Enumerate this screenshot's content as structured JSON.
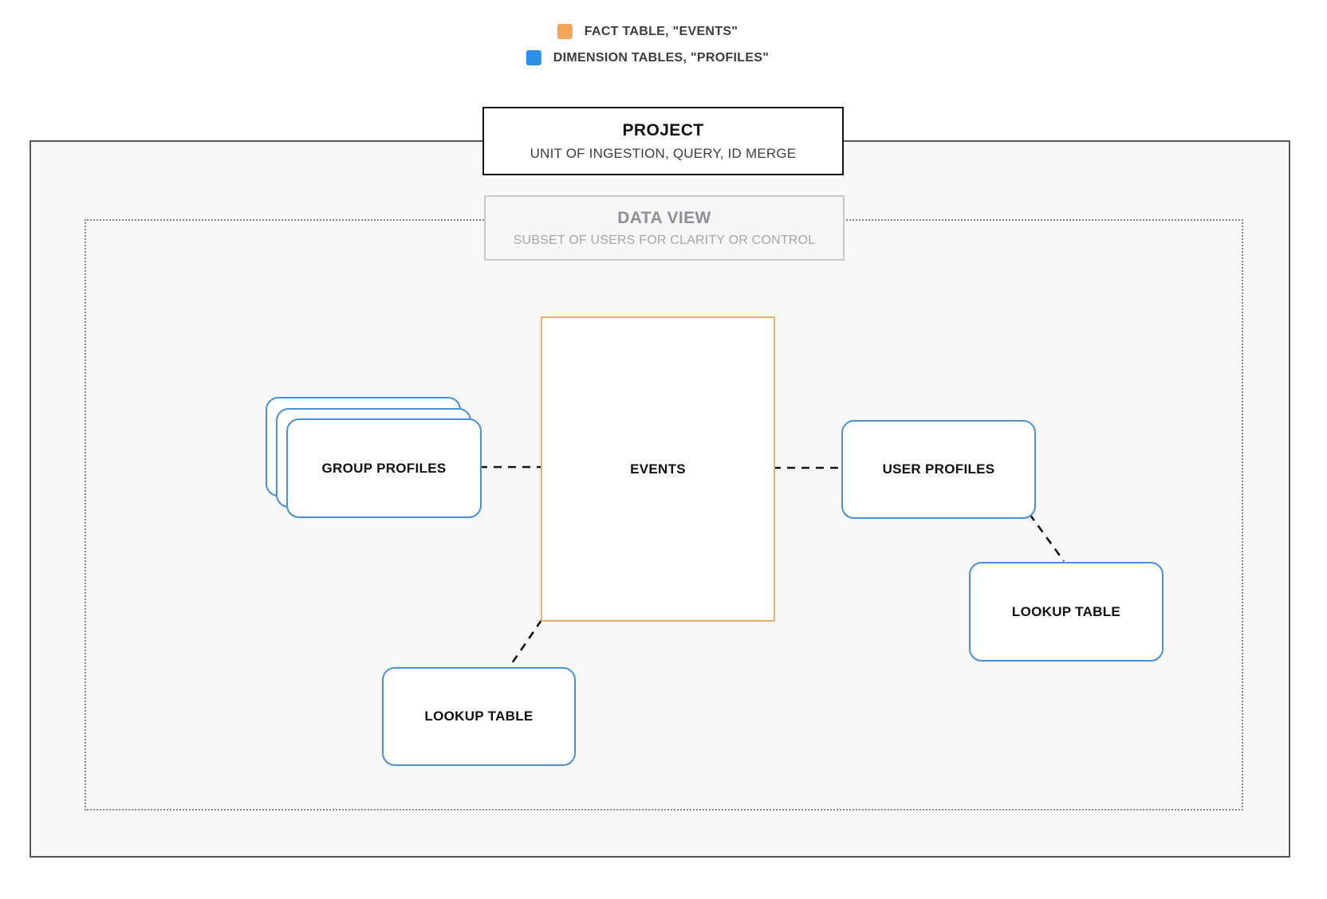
{
  "legend": {
    "items": [
      {
        "icon": "fact-table-swatch",
        "label": "FACT TABLE, \"EVENTS\"",
        "color": "#F5A45C"
      },
      {
        "icon": "dimension-table-swatch",
        "label": "DIMENSION TABLES, \"PROFILES\"",
        "color": "#2B8FE8"
      }
    ]
  },
  "project": {
    "title": "PROJECT",
    "subtitle": "UNIT OF INGESTION, QUERY, ID MERGE"
  },
  "data_view": {
    "title": "DATA VIEW",
    "subtitle": "SUBSET OF USERS FOR CLARITY OR CONTROL"
  },
  "nodes": {
    "events": {
      "label": "EVENTS",
      "type": "fact"
    },
    "group_profiles": {
      "label": "GROUP PROFILES",
      "type": "dimension",
      "stacked": "3"
    },
    "user_profiles": {
      "label": "USER PROFILES",
      "type": "dimension"
    },
    "lookup_table_bottom": {
      "label": "LOOKUP TABLE",
      "type": "dimension"
    },
    "lookup_table_right": {
      "label": "LOOKUP TABLE",
      "type": "dimension"
    }
  },
  "colors": {
    "fact_accent": "#F5A45C",
    "dimension_accent": "#2B8FE8",
    "fact_node_border": "#E9B26B",
    "dimension_node_border": "#4A92D4"
  }
}
